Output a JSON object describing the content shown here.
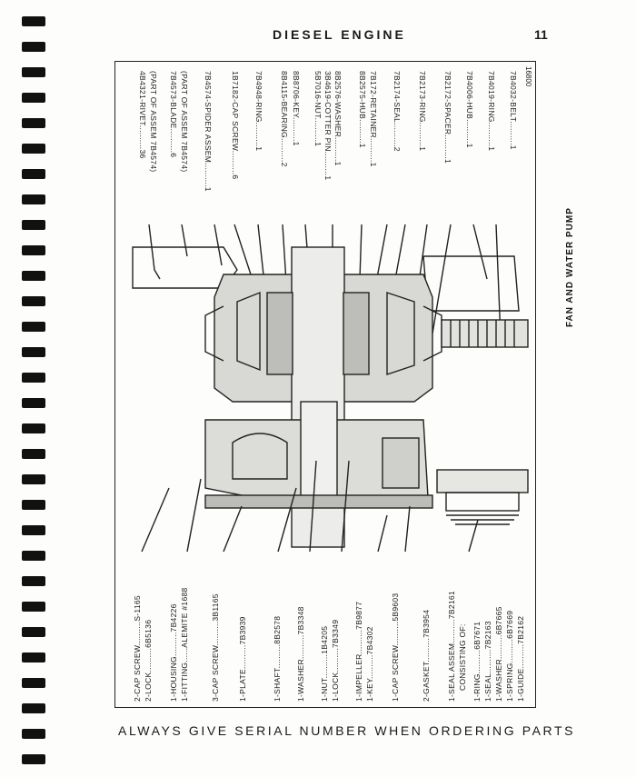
{
  "header": {
    "title": "DIESEL ENGINE",
    "page_number": "11"
  },
  "figure_title": "FAN AND WATER PUMP",
  "figure_code": "16800",
  "top_callouts": [
    "4B4321-RIVET..........36",
    "(PART OF ASSEM 7B4574)",
    "7B4573-BLADE..........6",
    "(PART OF ASSEM 7B4574)",
    "7B4574-SPIDER ASSEM..........1",
    "1B7182-CAP SCREW..........6",
    "7B4948-RING..........1",
    "8B4115-BEARING..........2",
    "8B8706-KEY..........1",
    "5B7016-NUT..........1",
    "3B4619-COTTER PIN..........1",
    "8B2576-WASHER..........1",
    "8B2575-HUB..........1",
    "7B172-RETAINER..........1",
    "7B2174-SEAL..........2",
    "7B2173-RING..........1",
    "7B2172-SPACER..........1",
    "7B4006-HUB..........1",
    "7B4019-RING..........1",
    "7B4032-BELT..........1"
  ],
  "bottom_callouts": [
    "2-CAP SCREW..........S-1165",
    "2-LOCK..........6B5136",
    "1-HOUSING..........7B4226",
    "1-FITTING......ALEMITE #1688",
    "3-CAP SCREW..........3B1165",
    "1-PLATE..........7B3939",
    "1-SHAFT..........8B2578",
    "1-WASHER..........7B3348",
    "1-NUT..........1B4205",
    "1-LOCK..........7B3349",
    "1-IMPELLER..........7B9877",
    "1-KEY..........7B4302",
    "1-CAP SCREW..........5B9603",
    "2-GASKET..........7B3954",
    "1-SEAL ASSEM..........7B2161",
    "CONSISTING OF:",
    "1-RING..........6B7671",
    "1-SEAL..........7B2163",
    "1-WASHER..........6B7665",
    "1-SPRING..........6B7669",
    "1-GUIDE..........7B2162"
  ],
  "footer": "ALWAYS GIVE SERIAL NUMBER WHEN ORDERING PARTS"
}
